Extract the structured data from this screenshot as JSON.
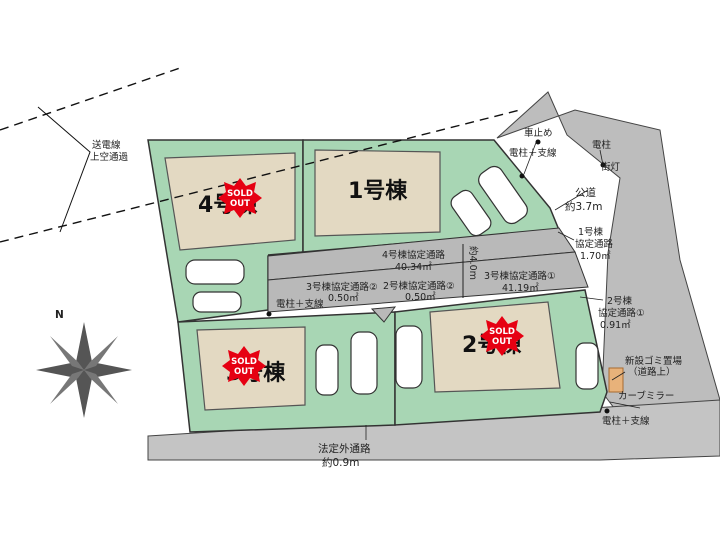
{
  "buildings": {
    "b1": "1号棟",
    "b2": "2号棟",
    "b3": "3号棟",
    "b4": "4号棟"
  },
  "sold": {
    "line1": "SOLD",
    "line2": "OUT"
  },
  "paths": {
    "p4_title": "4号棟協定通路",
    "p4_area": "40.34㎡",
    "p3a_title": "3号棟協定通路②",
    "p3a_area": "0.50㎡",
    "p2a_title": "2号棟協定通路②",
    "p2a_area": "0.50㎡",
    "p3b_title": "3号棟協定通路①",
    "p3b_area": "41.19㎡",
    "p1_line1": "1号棟",
    "p1_line2": "協定通路",
    "p1_area": "1.70㎡",
    "p2b_line1": "2号棟",
    "p2b_line2": "協定通路①",
    "p2b_area": "0.91㎡"
  },
  "labels": {
    "width": "約4.0m",
    "powerline1": "送電線",
    "powerline2": "上空通過",
    "pole_support_top": "電柱＋支線",
    "pole_support_mid": "電柱＋支線",
    "pole_support_bottom": "電柱＋支線",
    "car_stop": "車止め",
    "pole": "電柱",
    "streetlight": "街灯",
    "public_road1": "公道",
    "public_road2": "約3.7m",
    "garbage1": "新設ゴミ置場",
    "garbage2": "（道路上）",
    "curve_mirror": "カーブミラー",
    "outside_path1": "法定外通路",
    "outside_path2": "約0.9m",
    "north": "N"
  },
  "colors": {
    "lot": "#a8d6b4",
    "house": "#e3d9c2",
    "road": "#b9b9b9",
    "sold": "#e60012"
  }
}
